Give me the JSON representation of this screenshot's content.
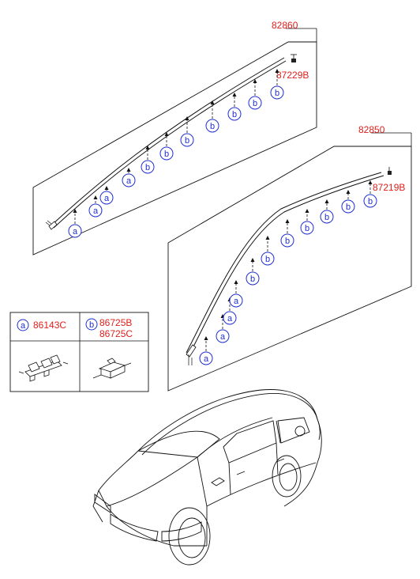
{
  "callouts": {
    "upper_assembly": "82860",
    "upper_end_piece": "87229B",
    "lower_assembly": "82850",
    "lower_end_piece": "87219B"
  },
  "clip_letters": {
    "a": "a",
    "b": "b"
  },
  "legend": {
    "a_letter": "a",
    "a_part": "86143C",
    "b_letter": "b",
    "b_part_1": "86725B",
    "b_part_2": "86725C"
  },
  "colors": {
    "callout_text": "#e0201c",
    "clip_circle": "#1f2fd0",
    "line_art": "#111111"
  },
  "icons": [
    "clip-a-icon",
    "clip-b-icon",
    "sedan-illustration",
    "molding-strip-upper",
    "molding-strip-lower"
  ]
}
